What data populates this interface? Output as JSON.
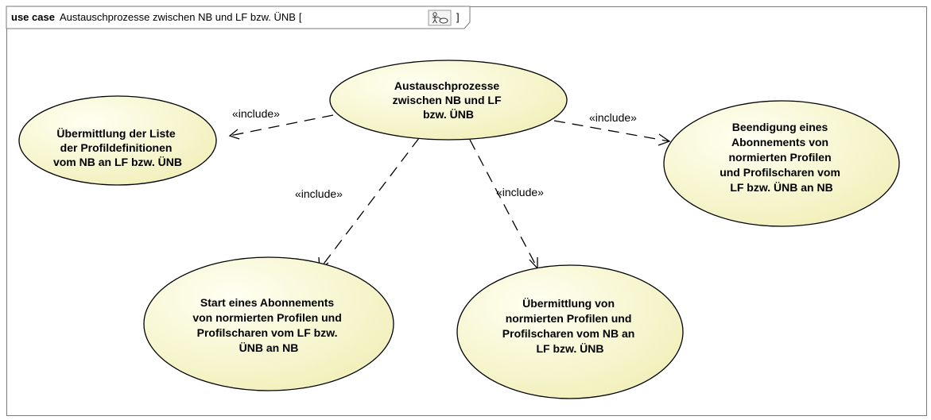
{
  "frame": {
    "keyword": "use case",
    "title": "Austauschprozesse zwischen NB und LF bzw. ÜNB",
    "bracket_open": "[",
    "bracket_close": "]",
    "icon": "use-case-diagram-icon"
  },
  "colors": {
    "ellipse_fill_light": "#fffff2",
    "ellipse_fill_dark": "#f1efb8",
    "stroke": "#000000",
    "frame_border": "#7a7a7a",
    "icon_border": "#9a9a9a"
  },
  "use_cases": [
    {
      "id": "uc-main",
      "lines": [
        "Austauschprozesse",
        "zwischen NB und LF",
        "bzw. ÜNB"
      ]
    },
    {
      "id": "uc-liste",
      "lines": [
        "Übermittlung der Liste",
        "der Profildefinitionen",
        "vom NB an LF bzw. ÜNB"
      ]
    },
    {
      "id": "uc-beend",
      "lines": [
        "Beendigung eines",
        "Abonnements von",
        "normierten Profilen",
        "und Profilscharen vom",
        "LF bzw. ÜNB an NB"
      ]
    },
    {
      "id": "uc-start",
      "lines": [
        "Start eines Abonnements",
        "von normierten Profilen und",
        "Profilscharen vom LF bzw.",
        "ÜNB an NB"
      ]
    },
    {
      "id": "uc-uebprof",
      "lines": [
        "Übermittlung von",
        "normierten Profilen und",
        "Profilscharen vom NB an",
        "LF bzw. ÜNB"
      ]
    }
  ],
  "relationships": [
    {
      "id": "inc-liste",
      "label": "«include»",
      "from": "uc-main",
      "to": "uc-liste"
    },
    {
      "id": "inc-beend",
      "label": "«include»",
      "from": "uc-main",
      "to": "uc-beend"
    },
    {
      "id": "inc-start",
      "label": "«include»",
      "from": "uc-main",
      "to": "uc-start"
    },
    {
      "id": "inc-uebprof",
      "label": "«include»",
      "from": "uc-main",
      "to": "uc-uebprof"
    }
  ]
}
